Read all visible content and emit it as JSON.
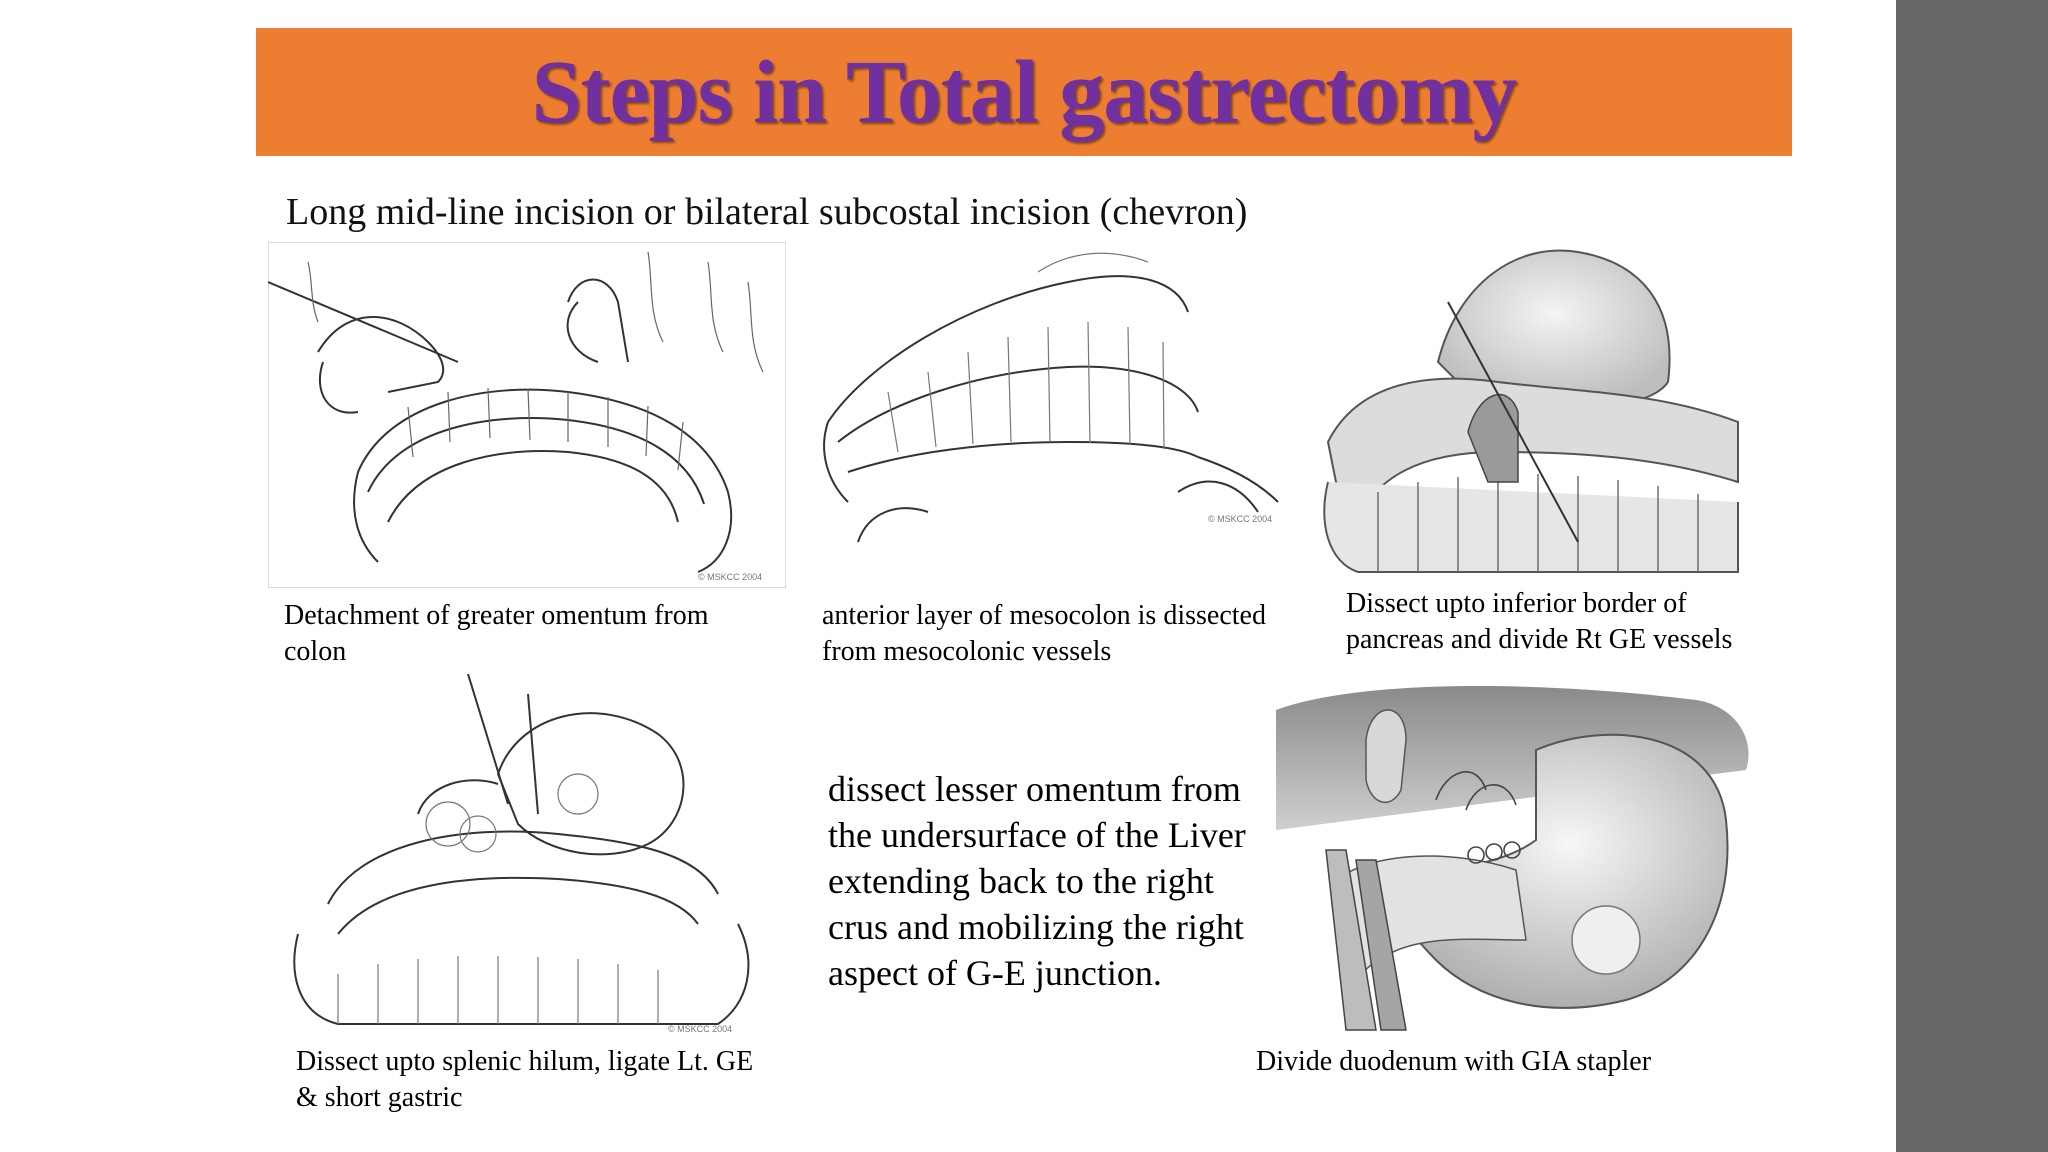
{
  "slide": {
    "title": "Steps in Total gastrectomy",
    "subtitle": "Long mid-line incision or bilateral subcostal incision (chevron)",
    "accent_color": "#ED7D31",
    "title_color": "#7030A0",
    "side_bar_color": "#666666"
  },
  "figures": [
    {
      "caption": "Detachment of greater omentum from colon",
      "copyright": "© MSKCC 2004"
    },
    {
      "caption": "anterior layer of mesocolon is dissected from mesocolonic vessels",
      "copyright": "© MSKCC 2004"
    },
    {
      "caption": "Dissect upto inferior border of pancreas and divide Rt GE vessels"
    },
    {
      "caption": "Dissect upto splenic hilum, ligate Lt. GE & short gastric",
      "copyright": "© MSKCC 2004"
    },
    {
      "caption": "Divide duodenum with GIA stapler"
    }
  ],
  "body_text": "dissect lesser omentum from the undersurface of the Liver extending back to the right crus and mobilizing the right aspect of G-E junction."
}
